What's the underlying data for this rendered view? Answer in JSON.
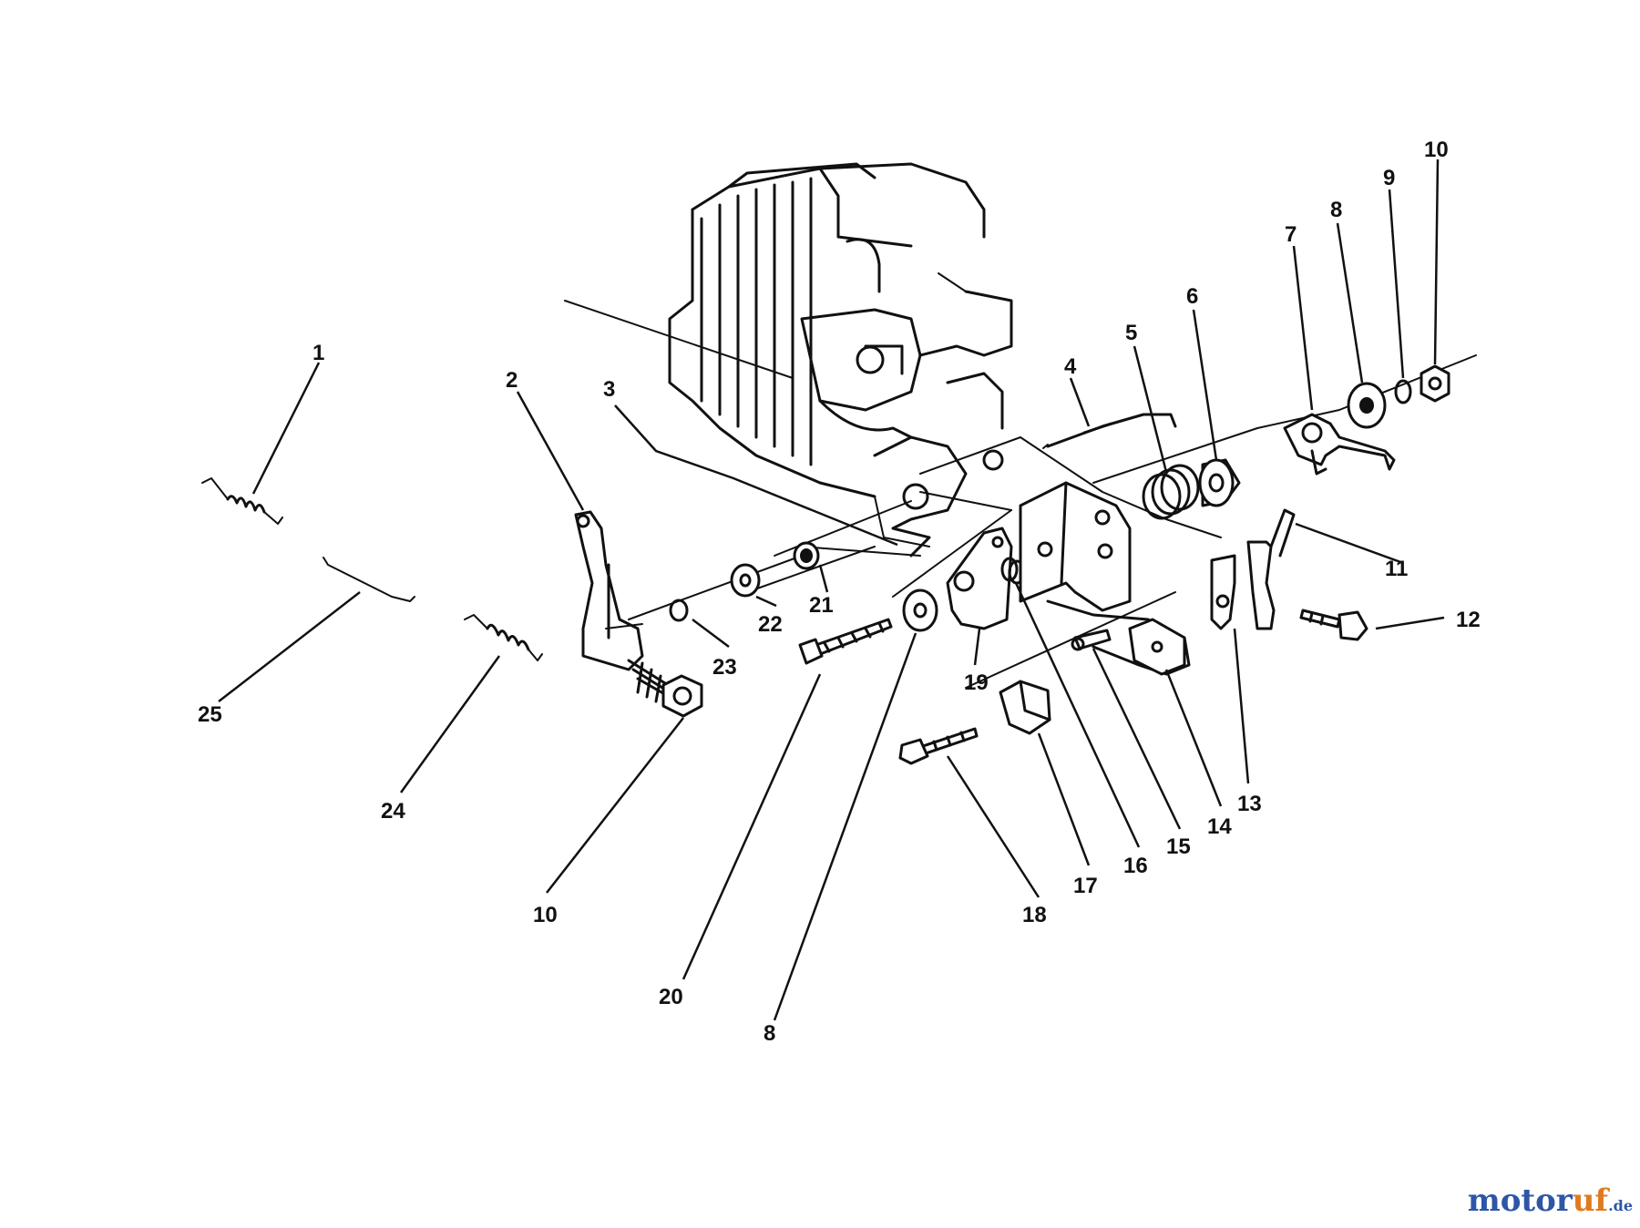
{
  "labels": [
    {
      "id": "1",
      "text": "1"
    },
    {
      "id": "2",
      "text": "2"
    },
    {
      "id": "3",
      "text": "3"
    },
    {
      "id": "4",
      "text": "4"
    },
    {
      "id": "5",
      "text": "5"
    },
    {
      "id": "6",
      "text": "6"
    },
    {
      "id": "7",
      "text": "7"
    },
    {
      "id": "8a",
      "text": "8"
    },
    {
      "id": "9",
      "text": "9"
    },
    {
      "id": "10a",
      "text": "10"
    },
    {
      "id": "11",
      "text": "11"
    },
    {
      "id": "12",
      "text": "12"
    },
    {
      "id": "13",
      "text": "13"
    },
    {
      "id": "14",
      "text": "14"
    },
    {
      "id": "15",
      "text": "15"
    },
    {
      "id": "16",
      "text": "16"
    },
    {
      "id": "17",
      "text": "17"
    },
    {
      "id": "18",
      "text": "18"
    },
    {
      "id": "19",
      "text": "19"
    },
    {
      "id": "20",
      "text": "20"
    },
    {
      "id": "21",
      "text": "21"
    },
    {
      "id": "22",
      "text": "22"
    },
    {
      "id": "23",
      "text": "23"
    },
    {
      "id": "24",
      "text": "24"
    },
    {
      "id": "25",
      "text": "25"
    },
    {
      "id": "10b",
      "text": "10"
    },
    {
      "id": "8b",
      "text": "8"
    }
  ],
  "watermark": {
    "part1": "motor",
    "part2": "uf",
    "part3": ".de"
  }
}
